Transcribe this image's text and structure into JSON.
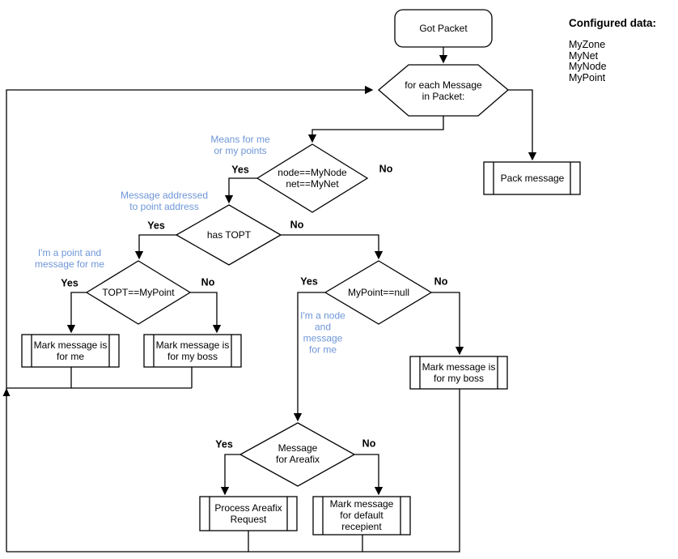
{
  "nodes": {
    "got_packet": "Got Packet",
    "for_each": "for each Message\nin Packet:",
    "pack_message": "Pack message",
    "node_check": "node==MyNode\nnet==MyNet",
    "has_topt": "has TOPT",
    "topt_mypoint": "TOPT==MyPoint",
    "mark_for_me": "Mark message is\nfor me",
    "mark_boss_left": "Mark message is\nfor my boss",
    "mypoint_null": "MyPoint==null",
    "mark_boss_right": "Mark message is\nfor my boss",
    "areafix": "Message\nfor Areafix",
    "process_areafix": "Process Areafix\nRequest",
    "mark_default": "Mark message\nfor default\nrecepient"
  },
  "annotations": {
    "means_for_me": "Means for me\nor my points",
    "addressed_to_point": "Message addressed\nto point address",
    "im_a_point": "I'm a point and\nmessage for me",
    "im_a_node": "I'm a node\nand\nmessage\nfor me"
  },
  "branches": {
    "node_check_yes": "Yes",
    "node_check_no": "No",
    "has_topt_yes": "Yes",
    "has_topt_no": "No",
    "topt_mypoint_yes": "Yes",
    "topt_mypoint_no": "No",
    "mypoint_null_yes": "Yes",
    "mypoint_null_no": "No",
    "areafix_yes": "Yes",
    "areafix_no": "No"
  },
  "legend": {
    "title": "Configured data:",
    "items": [
      "MyZone",
      "MyNet",
      "MyNode",
      "MyPoint"
    ]
  },
  "colors": {
    "annotation": "#6e96d7",
    "stroke": "#000000"
  }
}
